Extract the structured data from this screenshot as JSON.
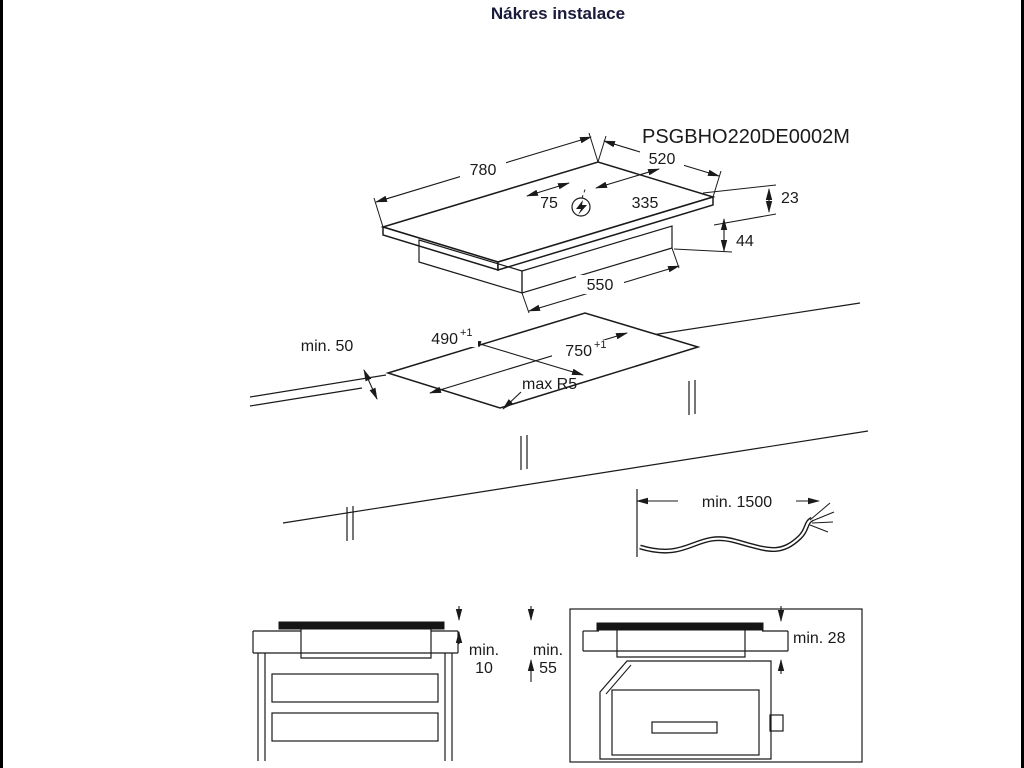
{
  "page": {
    "title": "Nákres instalace",
    "model_code": "PSGBHO220DE0002M",
    "ink_color": "#1a1a1a",
    "title_color": "#1a1a3c"
  },
  "hob": {
    "width_label": "780",
    "depth_label": "520",
    "power_left": "75",
    "power_right": "335",
    "power_icon": "lightning-circle",
    "height_above": "23",
    "height_below": "44",
    "base_width": "550"
  },
  "cutout": {
    "front_clearance": "min. 50",
    "short_value": "490",
    "short_tol": "+1",
    "long_value": "750",
    "long_tol": "+1",
    "corner_radius": "max R5"
  },
  "cable": {
    "length": "min. 1500"
  },
  "left_section": {
    "dim1_prefix": "min.",
    "dim1_value": "10",
    "dim2_prefix": "min.",
    "dim2_value": "55"
  },
  "right_section": {
    "clearance": "min. 28"
  }
}
